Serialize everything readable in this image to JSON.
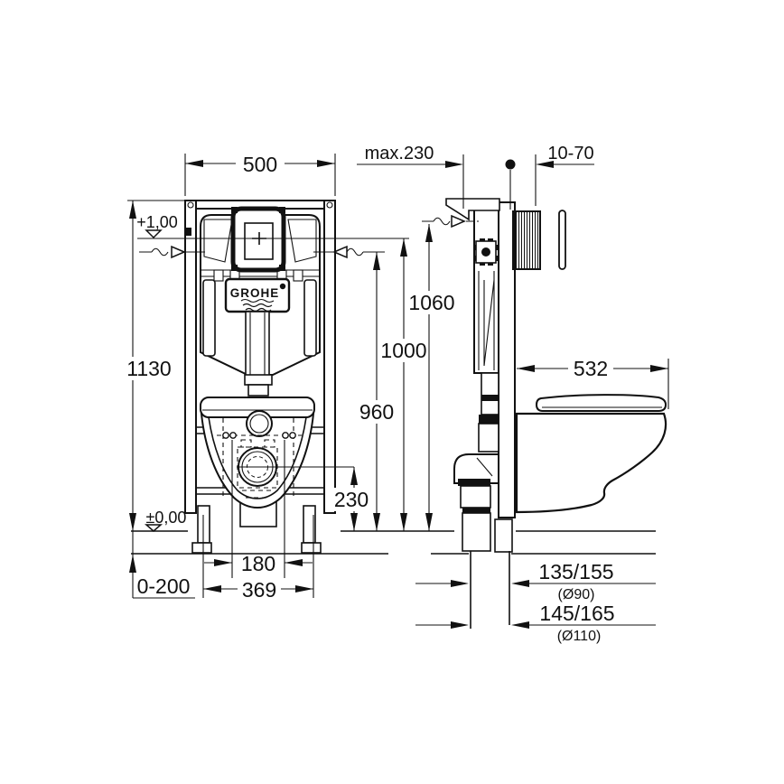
{
  "drawing": {
    "brand": "GROHE",
    "front": {
      "width": "500",
      "height": "1130",
      "level_upper": "+1,00",
      "level_floor": "±0,00",
      "bolt_spacing": "180",
      "outlet_spacing": "369",
      "floor_buildup": "0-200"
    },
    "side": {
      "max_bracket": "max.230",
      "wall_finish": "10-70",
      "h_bracket": "1060",
      "h_ref": "1000",
      "h_water": "960",
      "h_drain": "230",
      "depth": "532",
      "drain_a": "135/155",
      "drain_a_dia": "(Ø90)",
      "drain_b": "145/165",
      "drain_b_dia": "(Ø110)"
    }
  }
}
